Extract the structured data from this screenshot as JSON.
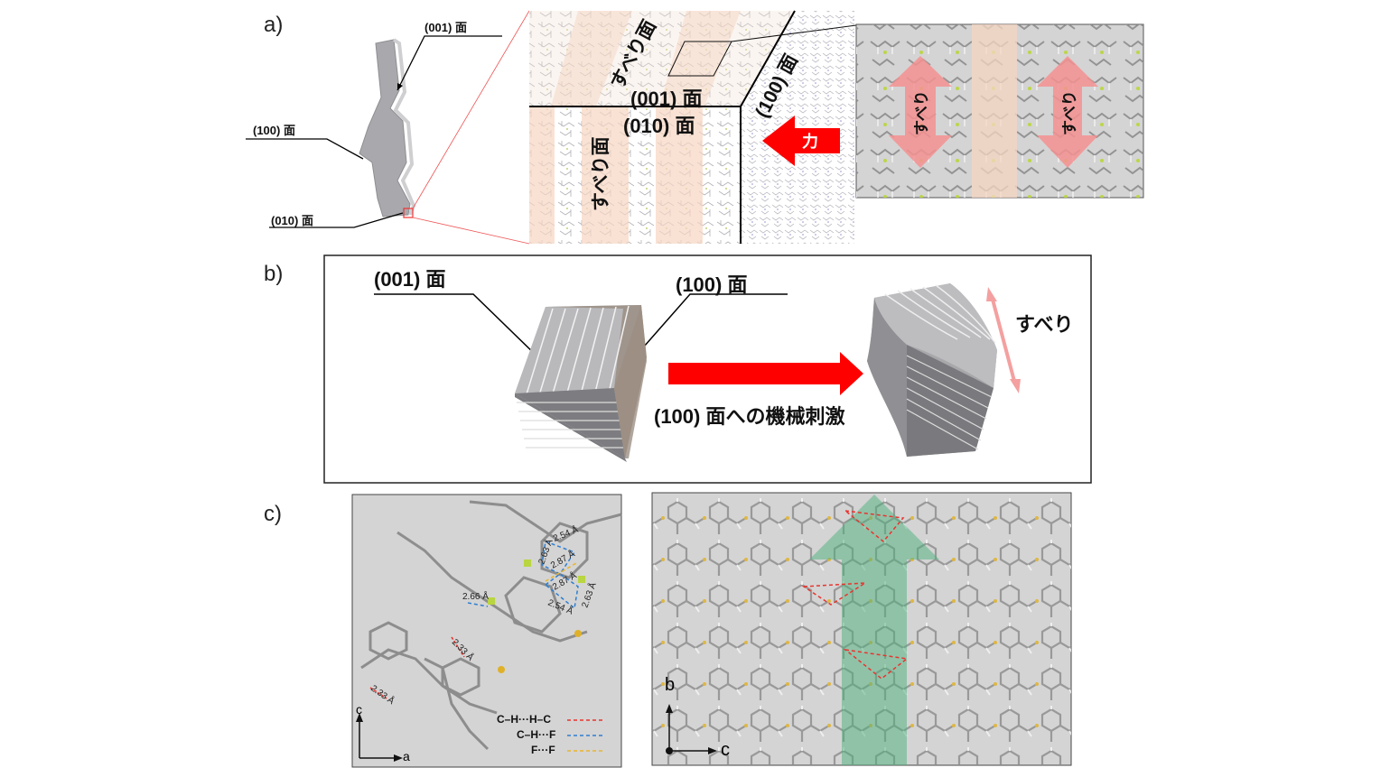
{
  "panels": {
    "a": "a)",
    "b": "b)",
    "c": "c)"
  },
  "colors": {
    "slip_band": "#f6d6c2",
    "force_arrow": "#ff0000",
    "slip_arrow": "#f49090",
    "green_arrow": "#4caf7c",
    "panel_gray": "#d4d4d4",
    "crystal_gray": "#a8a8ab"
  },
  "a": {
    "crystal_labels": {
      "face_001": "(001) 面",
      "face_100": "(100) 面",
      "face_010": "(010) 面"
    },
    "magnified": {
      "slip_plane_top": "すべり面",
      "face_001": "(001) 面",
      "face_010": "(010) 面",
      "face_100": "(100) 面",
      "slip_plane_front": "すべり面",
      "force": "力"
    },
    "zoom": {
      "slip_left": "すべり",
      "slip_right": "すべり"
    }
  },
  "b": {
    "face_001": "(001) 面",
    "face_100": "(100) 面",
    "stimulus": "(100) 面への機械刺激",
    "slip": "すべり"
  },
  "c": {
    "left": {
      "distances": [
        "2.54 Å",
        "2.63 Å",
        "2.87 Å",
        "2.87 Å",
        "2.63 Å",
        "2.54 Å",
        "2.66 Å",
        "2.33 Å",
        "2.33 Å"
      ],
      "legend": [
        {
          "label": "C–H···H–C",
          "color": "#e8342e"
        },
        {
          "label": "C–H···F",
          "color": "#2f7fd0"
        },
        {
          "label": "F···F",
          "color": "#e8b52e"
        }
      ],
      "axes": {
        "vertical": "c",
        "horizontal": "a"
      }
    },
    "right": {
      "axes": {
        "vertical": "b",
        "horizontal": "c"
      }
    }
  }
}
